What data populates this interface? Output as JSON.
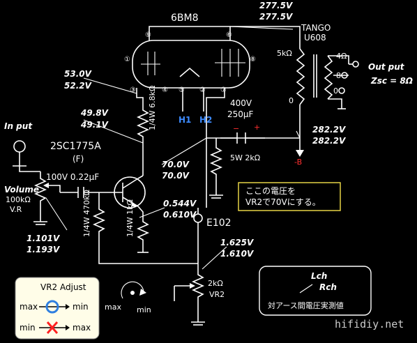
{
  "colors": {
    "background": "#000000",
    "wire": "#ffffff",
    "accent_blue": "#3d8bff",
    "accent_red": "#ff3030",
    "note_border": "#f5e14a",
    "legend_bg": "#fffde8"
  },
  "tube": {
    "name": "6BM8",
    "pins": [
      "⑨",
      "⑥",
      "①",
      "⑧",
      "③",
      "④",
      "⑤",
      "②",
      "⑦"
    ],
    "heater": [
      "H1",
      "H2"
    ]
  },
  "voltages": {
    "b_plus_top": "277.5V",
    "b_plus_top_rch": "277.5V",
    "plate_triode": "53.0V",
    "plate_triode_rch": "52.2V",
    "collector": "49.8V",
    "collector_rch": "49.1V",
    "cathode_out": "282.2V",
    "cathode_out_rch": "282.2V",
    "base": "70.0V",
    "base_rch": "70.0V",
    "emitter": "0.544V",
    "emitter_rch": "0.610V",
    "input_bias": "1.101V",
    "input_bias_rch": "1.193V",
    "vr_top": "1.625V",
    "vr_top_rch": "1.610V"
  },
  "components": {
    "output_transformer": "TANGO",
    "output_transformer_model": "U608",
    "ot_primary": "5kΩ",
    "ot_primary_tap": "0",
    "ot_secondary_4": "4Ω",
    "ot_secondary_8": "8",
    "ot_secondary_0": "0",
    "resistor_plate": "1/4W 6.8kΩ",
    "cap_400v": "400V",
    "cap_250uf": "250μF",
    "cap_plus": "+",
    "cap_minus": "−",
    "resistor_cathode": "5W 2kΩ",
    "transistor": "2SC1775A",
    "transistor_grade": "(F)",
    "coupling_cap": "100V 0.22μF",
    "volume_label": "Volume",
    "volume_value": "100kΩ",
    "volume_type": "V.R",
    "bias_resistor": "1/4W 470kΩ",
    "emitter_resistor": "1/4W 1kΩ",
    "diode": "E102",
    "vr2": "2kΩ",
    "vr2_label": "VR2",
    "b_minus": "-B"
  },
  "labels": {
    "input": "In put",
    "output": "Out put",
    "output_z": "Zsc = 8Ω",
    "note_line1": "ここの電圧を",
    "note_line2": "VR2で70Vにする。",
    "legend_lch": "Lch",
    "legend_rch": "Rch",
    "legend_desc": "対アース間電圧実測値",
    "adjust_title": "VR2 Adjust",
    "adjust_row1_left": "max",
    "adjust_row1_right": "min",
    "adjust_row2_left": "min",
    "adjust_row2_right": "max",
    "knob_max": "max",
    "knob_min": "min",
    "watermark": "hifidiy.net"
  }
}
